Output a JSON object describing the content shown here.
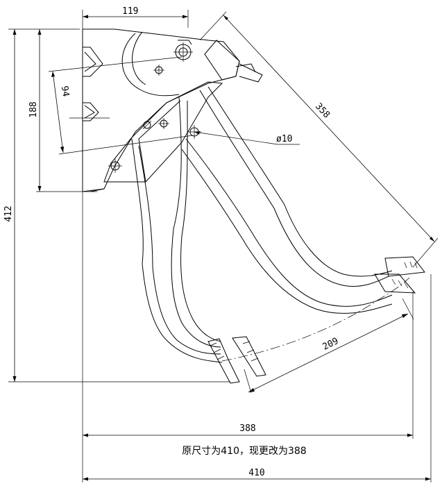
{
  "dimensions": {
    "top_width": "119",
    "total_height": "412",
    "inner_height": "188",
    "pivot_offset": "94",
    "diagonal_length": "358",
    "hole_diameter": "ø10",
    "pedal_span": "209",
    "new_width": "388",
    "old_width": "410"
  },
  "note": "原尺寸为410，现更改为388"
}
